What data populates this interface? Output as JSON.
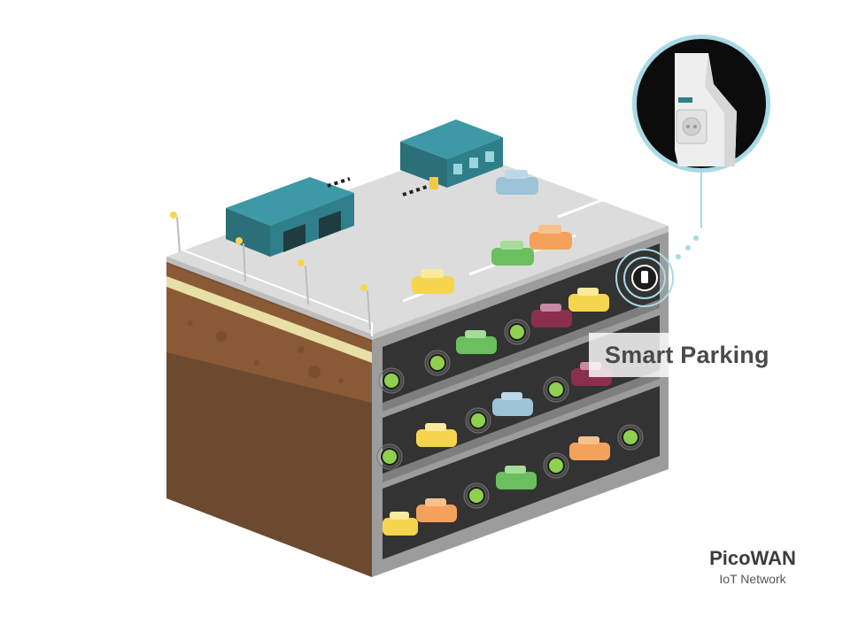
{
  "label": {
    "title": "Smart Parking"
  },
  "brand": {
    "name": "PicoWAN",
    "tagline": "IoT Network"
  },
  "colors": {
    "soil_top": "#8a5a36",
    "soil_bottom": "#6b4a30",
    "concrete": "#9c9c9c",
    "deck": "#dcdcdc",
    "building": "#2f7f8a",
    "sensor_green": "#8fd14f",
    "callout_line": "#a9d9e6"
  },
  "icons": [
    "parking-sensor-icon",
    "wireless-signal-icon",
    "plug-sensor-device-icon"
  ]
}
